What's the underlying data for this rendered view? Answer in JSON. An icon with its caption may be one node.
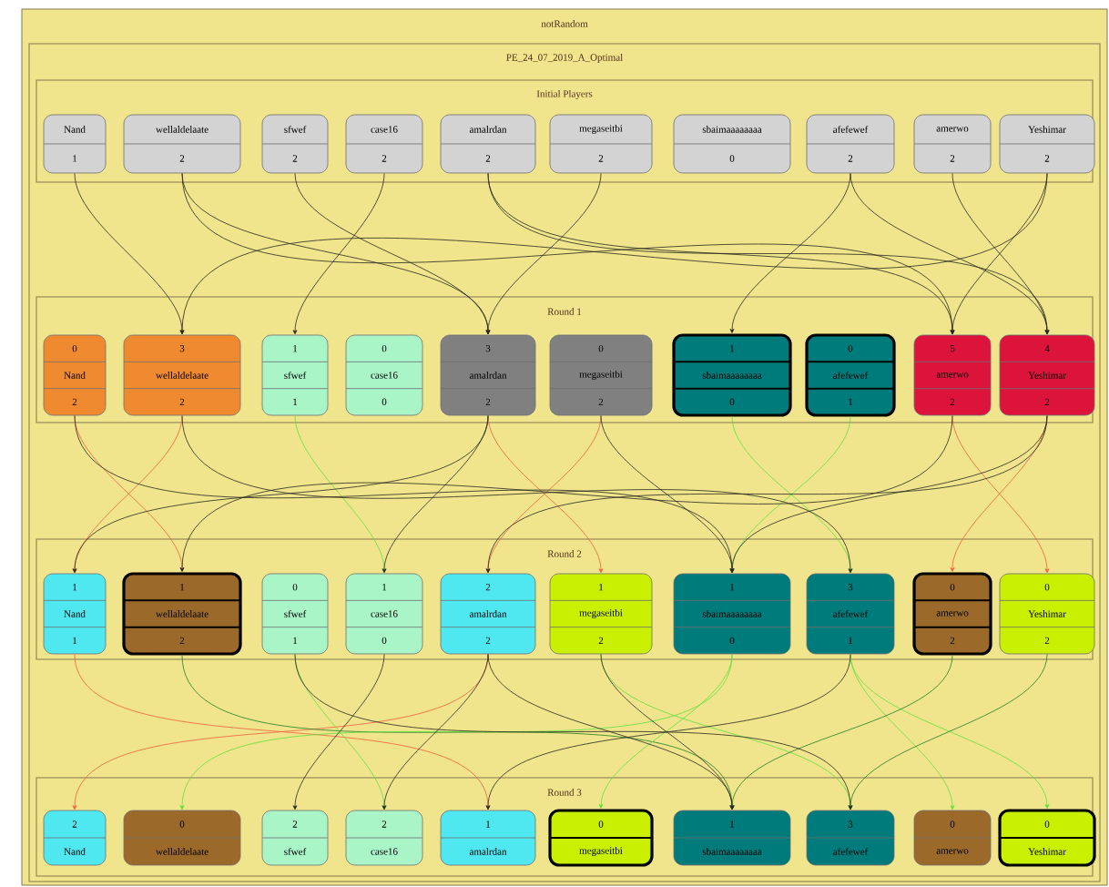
{
  "diagram": {
    "nodes": [
      {
        "text": [
          "notRandom"
        ]
      },
      {
        "text": [
          "PE_24_07_2019_A_Optimal"
        ],
        "in": 0
      },
      {
        "text": [
          "Initial Players"
        ],
        "in": 1
      },
      {
        "text": [
          "Nand",
          "1"
        ],
        "in": 2
      },
      {
        "text": [
          "wellaldelaate",
          "2"
        ],
        "in": 2
      },
      {
        "text": [
          "sfwef",
          "2"
        ],
        "in": 2
      },
      {
        "text": [
          "case16",
          "2"
        ],
        "in": 2
      },
      {
        "text": [
          "amalrdan",
          "2"
        ],
        "in": 2
      },
      {
        "text": [
          "megaseitbi",
          "2"
        ],
        "in": 2
      },
      {
        "text": [
          "sbaimaaaaaaaa",
          "0"
        ],
        "in": 2
      },
      {
        "text": [
          "afefewef",
          "2"
        ],
        "in": 2
      },
      {
        "text": [
          "amerwo",
          "2"
        ],
        "in": 2
      },
      {
        "text": [
          "Yeshimar",
          "2"
        ],
        "in": 2
      },
      {
        "text": [
          "Round 1"
        ],
        "in": 1
      },
      {
        "text": [
          "0",
          "Nand",
          "2"
        ],
        "in": 13
      },
      {
        "text": [
          "3",
          "wellaldelaate",
          "2"
        ],
        "in": 13
      },
      {
        "text": [
          "1",
          "sfwef",
          "1"
        ],
        "in": 13
      },
      {
        "text": [
          "0",
          "case16",
          "0"
        ],
        "in": 13
      },
      {
        "text": [
          "3",
          "amalrdan",
          "2"
        ],
        "in": 13
      },
      {
        "text": [
          "0",
          "megaseitbi",
          "2"
        ],
        "in": 13
      },
      {
        "text": [
          "1",
          "sbaimaaaaaaaa",
          "0"
        ],
        "in": 13
      },
      {
        "text": [
          "0",
          "afefewef",
          "1"
        ],
        "in": 13
      },
      {
        "text": [
          "5",
          "amerwo",
          "2"
        ],
        "in": 13
      },
      {
        "text": [
          "4",
          "Yeshimar",
          "2"
        ],
        "in": 13
      },
      {
        "text": [
          "Round 2"
        ],
        "in": 1
      },
      {
        "text": [
          "1",
          "Nand",
          "1"
        ],
        "in": 24
      },
      {
        "text": [
          "1",
          "wellaldelaate",
          "2"
        ],
        "in": 24
      },
      {
        "text": [
          "0",
          "sfwef",
          "1"
        ],
        "in": 24
      },
      {
        "text": [
          "1",
          "case16",
          "0"
        ],
        "in": 24
      },
      {
        "text": [
          "2",
          "amalrdan",
          "2"
        ],
        "in": 24
      },
      {
        "text": [
          "1",
          "megaseitbi",
          "2"
        ],
        "in": 24
      },
      {
        "text": [
          "1",
          "sbaimaaaaaaaa",
          "0"
        ],
        "in": 24
      },
      {
        "text": [
          "3",
          "afefewef",
          "1"
        ],
        "in": 24
      },
      {
        "text": [
          "0",
          "amerwo",
          "2"
        ],
        "in": 24
      },
      {
        "text": [
          "0",
          "Yeshimar",
          "2"
        ],
        "in": 24
      },
      {
        "text": [
          "Round 3"
        ],
        "in": 1
      },
      {
        "text": [
          "2",
          "Nand"
        ],
        "in": 35
      },
      {
        "text": [
          "0",
          "wellaldelaate"
        ],
        "in": 35
      },
      {
        "text": [
          "2",
          "sfwef"
        ],
        "in": 35
      },
      {
        "text": [
          "2",
          "case16"
        ],
        "in": 35
      },
      {
        "text": [
          "1",
          "amalrdan"
        ],
        "in": 35
      },
      {
        "text": [
          "0",
          "megaseitbi"
        ],
        "in": 35
      },
      {
        "text": [
          "1",
          "sbaimaaaaaaaa"
        ],
        "in": 35
      },
      {
        "text": [
          "3",
          "afefewef"
        ],
        "in": 35
      },
      {
        "text": [
          "0",
          "amerwo"
        ],
        "in": 35
      },
      {
        "text": [
          "0",
          "Yeshimar"
        ],
        "in": 35
      }
    ],
    "edges": [
      {
        "from": 3,
        "to": 15,
        "arrow": "to"
      },
      {
        "from": 4,
        "to": 18,
        "arrow": "to"
      },
      {
        "from": 4,
        "to": 22,
        "arrow": "to"
      },
      {
        "from": 5,
        "to": 18,
        "arrow": "to"
      },
      {
        "from": 6,
        "to": 16,
        "arrow": "to"
      },
      {
        "from": 7,
        "to": 22,
        "arrow": "to"
      },
      {
        "from": 7,
        "to": 23,
        "arrow": "to"
      },
      {
        "from": 8,
        "to": 18,
        "arrow": "to"
      },
      {
        "from": 10,
        "to": 20,
        "arrow": "to"
      },
      {
        "from": 10,
        "to": 23,
        "arrow": "to"
      },
      {
        "from": 11,
        "to": 23,
        "arrow": "to"
      },
      {
        "from": 12,
        "to": 22,
        "arrow": "to"
      },
      {
        "from": 12,
        "to": 15,
        "arrow": "to"
      },
      {
        "from": 14,
        "to": 26,
        "arrow": "to",
        "color": "#f06040"
      },
      {
        "from": 15,
        "to": 25,
        "arrow": "to",
        "color": "#f06040"
      },
      {
        "from": 16,
        "to": 28,
        "arrow": "to",
        "color": "#60e040"
      },
      {
        "from": 18,
        "to": 30,
        "arrow": "to",
        "color": "#f06040"
      },
      {
        "from": 19,
        "to": 29,
        "arrow": "to",
        "color": "#f06040"
      },
      {
        "from": 20,
        "to": 32,
        "arrow": "to",
        "color": "#60e040"
      },
      {
        "from": 21,
        "to": 31,
        "arrow": "to",
        "color": "#60e040"
      },
      {
        "from": 22,
        "to": 34,
        "arrow": "to",
        "color": "#f06040"
      },
      {
        "from": 23,
        "to": 33,
        "arrow": "to",
        "color": "#f06040"
      },
      {
        "from": 14,
        "to": 31,
        "arrow": "to"
      },
      {
        "from": 15,
        "to": 32,
        "arrow": "to"
      },
      {
        "from": 18,
        "to": 25,
        "arrow": "to"
      },
      {
        "from": 18,
        "to": 28,
        "arrow": "to"
      },
      {
        "from": 19,
        "to": 31,
        "arrow": "to"
      },
      {
        "from": 22,
        "to": 26,
        "arrow": "to"
      },
      {
        "from": 23,
        "to": 29,
        "arrow": "to"
      },
      {
        "from": 23,
        "to": 31,
        "arrow": "to"
      },
      {
        "from": 25,
        "to": 40,
        "arrow": "to",
        "color": "#f06040"
      },
      {
        "from": 29,
        "to": 36,
        "arrow": "to",
        "color": "#f06040"
      },
      {
        "from": 26,
        "to": 42,
        "arrow": "to",
        "color": "#208020"
      },
      {
        "from": 27,
        "to": 39,
        "arrow": "to",
        "color": "#60e040"
      },
      {
        "from": 30,
        "to": 43,
        "arrow": "to",
        "color": "#60e040"
      },
      {
        "from": 31,
        "to": 41,
        "arrow": "to",
        "color": "#60e040"
      },
      {
        "from": 31,
        "to": 37,
        "arrow": "to",
        "color": "#60e040"
      },
      {
        "from": 32,
        "to": 44,
        "arrow": "to",
        "color": "#60e040"
      },
      {
        "from": 32,
        "to": 45,
        "arrow": "to",
        "color": "#60e040"
      },
      {
        "from": 33,
        "to": 42,
        "arrow": "to",
        "color": "#208020"
      },
      {
        "from": 34,
        "to": 43,
        "arrow": "to",
        "color": "#208020"
      },
      {
        "from": 28,
        "to": 38,
        "arrow": "to"
      },
      {
        "from": 29,
        "to": 39,
        "arrow": "to"
      },
      {
        "from": 29,
        "to": 42,
        "arrow": "to"
      },
      {
        "from": 32,
        "to": 40,
        "arrow": "to"
      },
      {
        "from": 30,
        "to": 42,
        "arrow": "to"
      },
      {
        "from": 27,
        "to": 43,
        "arrow": "to"
      }
    ]
  }
}
